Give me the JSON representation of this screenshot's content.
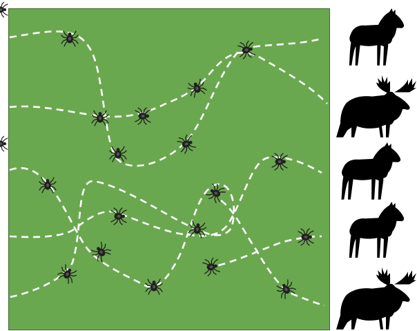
{
  "field": {
    "color": "#6aa84f",
    "border_color": "#3d6b2c",
    "path_color": "#ffffff",
    "path_count": 7
  },
  "ticks": {
    "icon": "tick-icon",
    "color": "#1f1f1f",
    "count_in_field": 18,
    "count_at_left_edge": 2
  },
  "moose": {
    "icon": "moose-silhouette-icon",
    "color": "#000000",
    "count": 5,
    "forms": [
      "cow",
      "bull",
      "cow",
      "cow",
      "bull"
    ]
  }
}
